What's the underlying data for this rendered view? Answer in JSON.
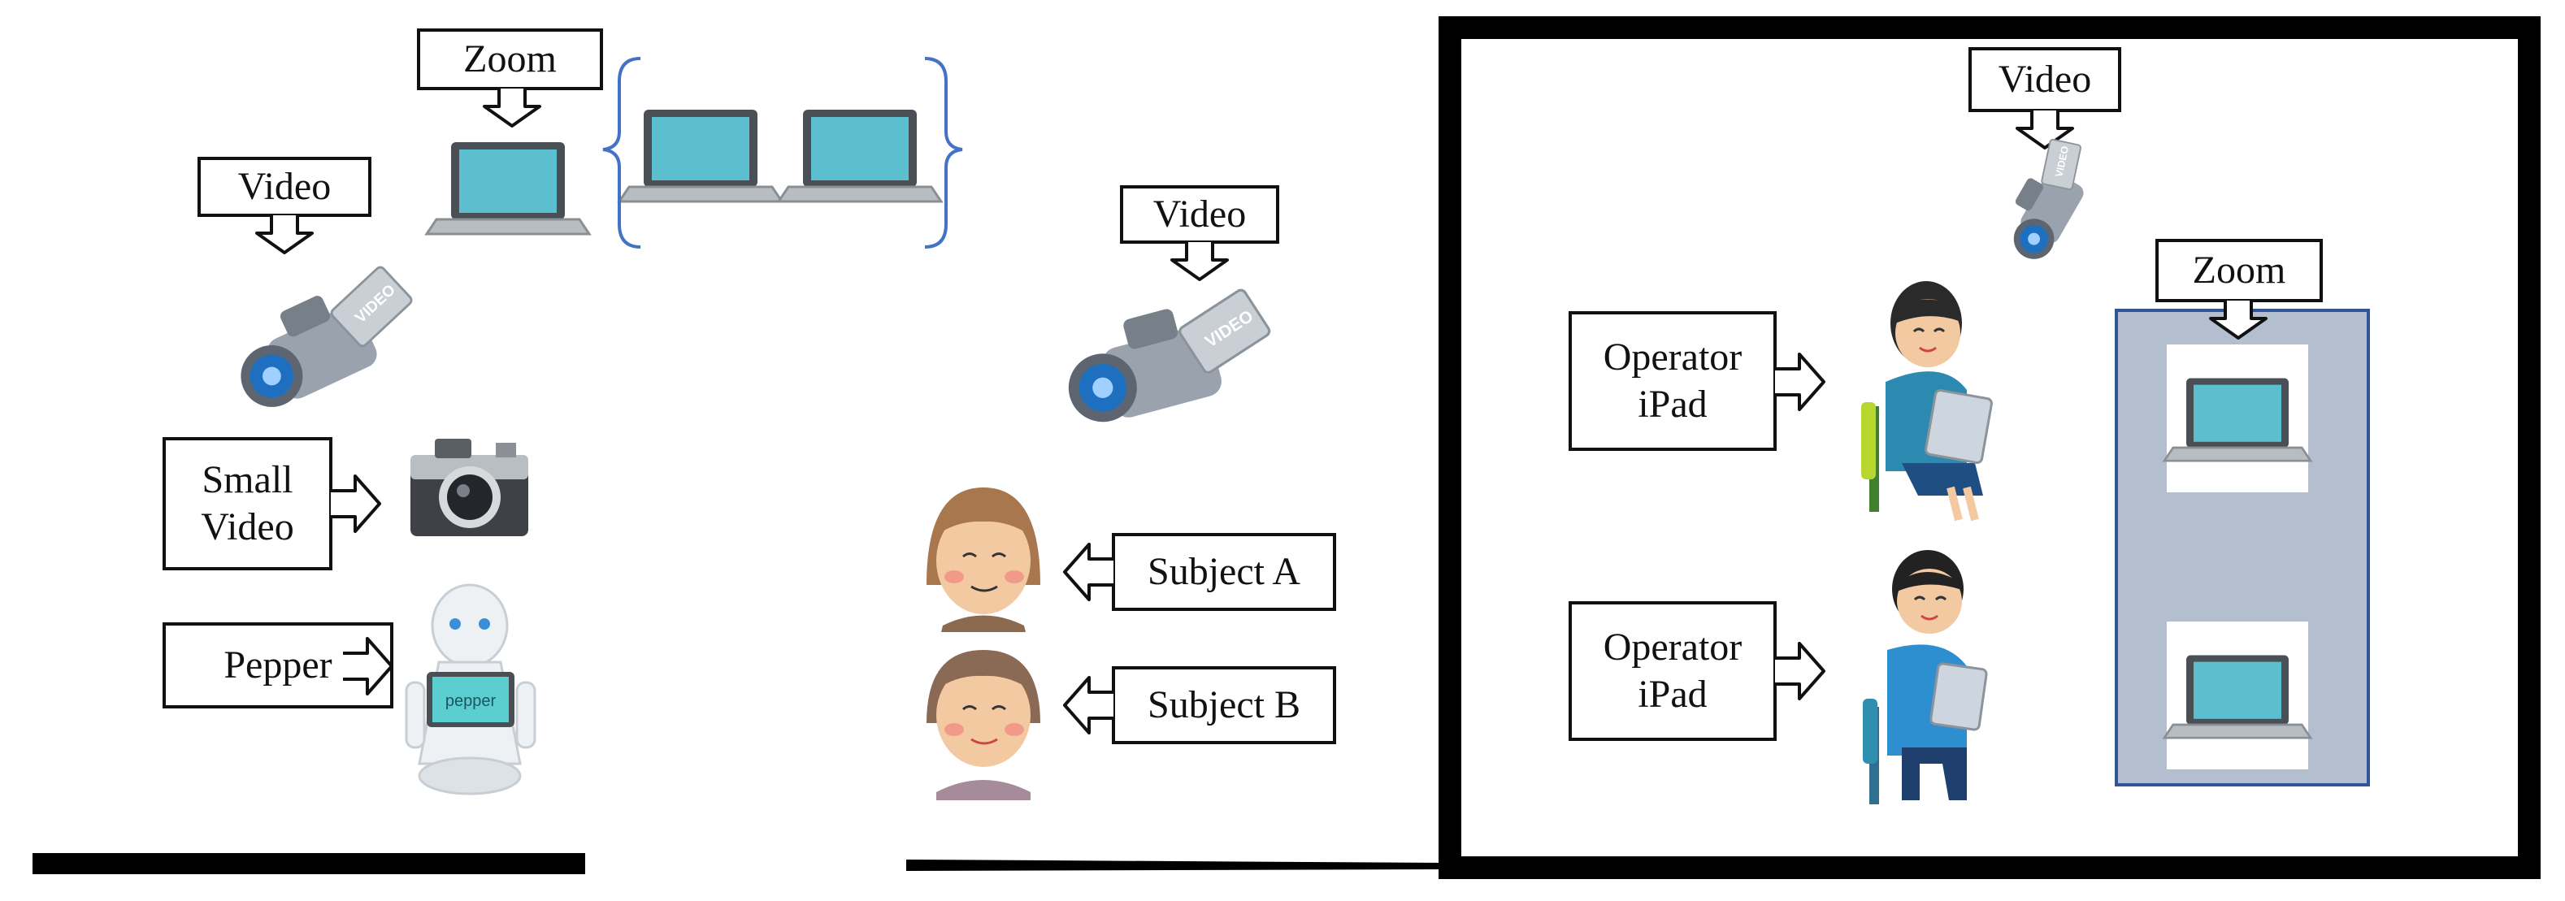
{
  "labels": {
    "zoom_top": "Zoom",
    "video_left": "Video",
    "small_video": [
      "Small",
      "Video"
    ],
    "pepper": "Pepper",
    "pepper_screen": "pepper",
    "video_middle": "Video",
    "subject_a": "Subject A",
    "subject_b": "Subject B",
    "video_right": "Video",
    "zoom_right": "Zoom",
    "operator_1": [
      "Operator",
      "iPad"
    ],
    "operator_2": [
      "Operator",
      "iPad"
    ],
    "camcorder_text": "VIDEO"
  },
  "icons": {
    "laptop": "laptop-icon",
    "video_camera": "video-camera-icon",
    "still_camera": "camera-icon",
    "robot": "pepper-robot-icon",
    "person_elderly_a": "elderly-woman-icon",
    "person_elderly_b": "elderly-woman-icon",
    "operator_woman": "operator-woman-icon",
    "operator_man": "operator-man-icon"
  },
  "colors": {
    "laptop_screen": "#5bbfcf",
    "zoom_panel": "#b3bfcf",
    "zoom_panel_border": "#2f5597",
    "brace": "#4472c4",
    "camera_body": "#9aa3ad",
    "camera_lens": "#1e6fbf"
  }
}
